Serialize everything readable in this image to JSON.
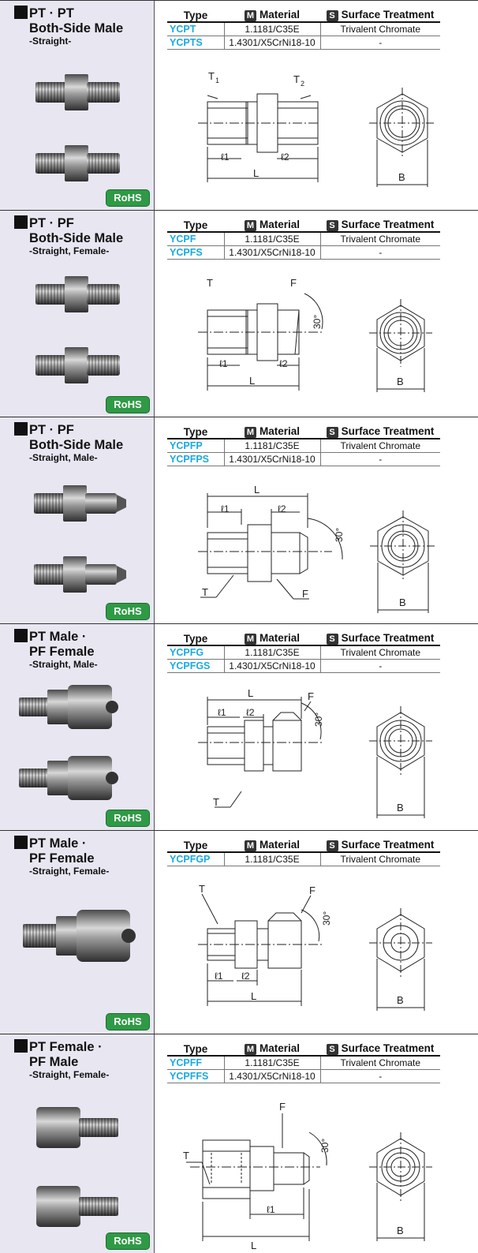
{
  "header": {
    "col_type": "Type",
    "col_material": "Material",
    "col_surface": "Surface Treatment",
    "material_mark": "M",
    "surface_mark": "S"
  },
  "rohs_label": "RoHS",
  "sections": [
    {
      "title_line1": "PT · PT",
      "title_line2": "Both-Side Male",
      "subtitle": "-Straight-",
      "rows": [
        {
          "type": "YCPT",
          "material": "1.1181/C35E",
          "surface": "Trivalent Chromate"
        },
        {
          "type": "YCPTS",
          "material": "1.4301/X5CrNi18-10",
          "surface": "-"
        }
      ],
      "labels": {
        "t_left": "T",
        "t_left_sub": "1",
        "t_right": "T",
        "t_right_sub": "2",
        "len1": "ℓ1",
        "len2": "ℓ2",
        "len_total": "L",
        "across": "B"
      }
    },
    {
      "title_line1": "PT · PF",
      "title_line2": "Both-Side Male",
      "subtitle": "-Straight, Female-",
      "rows": [
        {
          "type": "YCPF",
          "material": "1.1181/C35E",
          "surface": "Trivalent Chromate"
        },
        {
          "type": "YCPFS",
          "material": "1.4301/X5CrNi18-10",
          "surface": "-"
        }
      ],
      "labels": {
        "t_left": "T",
        "t_right": "F",
        "angle": "30°",
        "len1": "ℓ1",
        "len2": "ℓ2",
        "len_total": "L",
        "across": "B"
      }
    },
    {
      "title_line1": "PT · PF",
      "title_line2": "Both-Side Male",
      "subtitle": "-Straight, Male-",
      "rows": [
        {
          "type": "YCPFP",
          "material": "1.1181/C35E",
          "surface": "Trivalent Chromate"
        },
        {
          "type": "YCPFPS",
          "material": "1.4301/X5CrNi18-10",
          "surface": "-"
        }
      ],
      "labels": {
        "t_left": "T",
        "t_right": "F",
        "angle": "30°",
        "len1": "ℓ1",
        "len2": "ℓ2",
        "len_total": "L",
        "across": "B"
      }
    },
    {
      "title_line1": "PT Male ·",
      "title_line2": "PF Female",
      "subtitle": "-Straight, Male-",
      "rows": [
        {
          "type": "YCPFG",
          "material": "1.1181/C35E",
          "surface": "Trivalent Chromate"
        },
        {
          "type": "YCPFGS",
          "material": "1.4301/X5CrNi18-10",
          "surface": "-"
        }
      ],
      "labels": {
        "t_left": "T",
        "t_right": "F",
        "angle": "30°",
        "len1": "ℓ1",
        "len2": "ℓ2",
        "len_total": "L",
        "across": "B"
      }
    },
    {
      "title_line1": "PT Male ·",
      "title_line2": "PF Female",
      "subtitle": "-Straight, Female-",
      "rows": [
        {
          "type": "YCPFGP",
          "material": "1.1181/C35E",
          "surface": "Trivalent Chromate"
        }
      ],
      "labels": {
        "t_left": "T",
        "t_right": "F",
        "angle": "30°",
        "len1": "ℓ1",
        "len2": "ℓ2",
        "len_total": "L",
        "across": "B"
      }
    },
    {
      "title_line1": "PT Female ·",
      "title_line2": "PF Male",
      "subtitle": "-Straight, Female-",
      "rows": [
        {
          "type": "YCPFF",
          "material": "1.1181/C35E",
          "surface": "Trivalent Chromate"
        },
        {
          "type": "YCPFFS",
          "material": "1.4301/X5CrNi18-10",
          "surface": "-"
        }
      ],
      "labels": {
        "t_left": "T",
        "t_right": "F",
        "angle": "30°",
        "len1": "ℓ1",
        "len_total": "L",
        "across": "B"
      }
    }
  ]
}
